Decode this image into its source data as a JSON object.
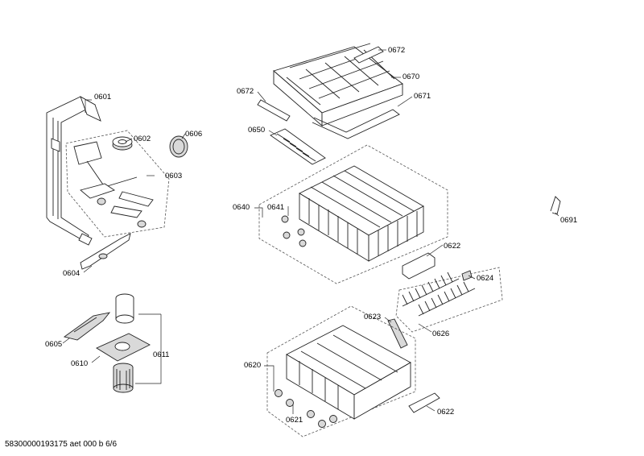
{
  "labels": {
    "p0601": "0601",
    "p0602": "0602",
    "p0603": "0603",
    "p0604": "0604",
    "p0605": "0605",
    "p0606": "0606",
    "p0610": "0610",
    "p0611": "0611",
    "p0620": "0620",
    "p0621": "0621",
    "p0622a": "0622",
    "p0622b": "0622",
    "p0623": "0623",
    "p0624": "0624",
    "p0626": "0626",
    "p0640": "0640",
    "p0641": "0641",
    "p0650": "0650",
    "p0670": "0670",
    "p0671": "0671",
    "p0672a": "0672",
    "p0672b": "0672",
    "p0691": "0691"
  },
  "footer": "58300000193175 aet 000 b 6/6"
}
